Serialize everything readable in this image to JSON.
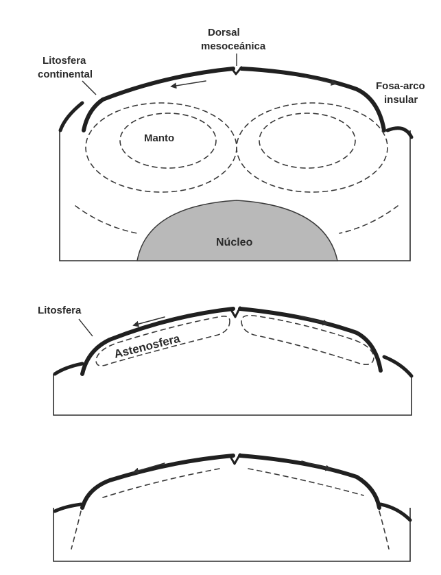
{
  "panel_top": {
    "labels": {
      "ridge": [
        "Dorsal",
        "mesoceánica"
      ],
      "continental_lithosphere": [
        "Litosfera",
        "continental"
      ],
      "trench": [
        "Fosa-arco",
        "insular"
      ],
      "mantle": "Manto",
      "core": "Núcleo"
    }
  },
  "panel_middle": {
    "labels": {
      "lithosphere": "Litosfera",
      "asthenosphere": "Astenosfera"
    }
  },
  "panel_bottom": {
    "labels": {}
  },
  "colors": {
    "ink": "#202020",
    "core_fill": "#b9b9b9",
    "background": "#ffffff"
  }
}
